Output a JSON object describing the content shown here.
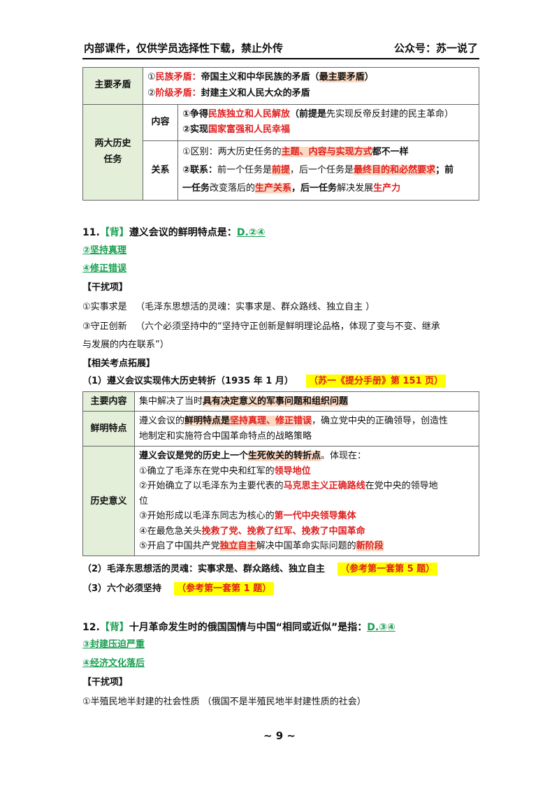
{
  "header": {
    "left": "内部课件，仅供学员选择性下载，禁止外传",
    "right": "公众号：苏一说了"
  },
  "table1": {
    "r1_head": "主要矛盾",
    "r1_l1_a": "①",
    "r1_l1_b": "民族矛盾：",
    "r1_l1_c": "帝国主义和中华民族的矛盾（",
    "r1_l1_d": "最主要矛盾",
    "r1_l1_e": "）",
    "r1_l2_a": "②",
    "r1_l2_b": "阶级矛盾：",
    "r1_l2_c": "封建主义和人民大众的矛盾",
    "r2_head": "两大历史任务",
    "r2_sub1": "内容",
    "r2_c1_a": "①争得",
    "r2_c1_b": "民族独立和人民解放",
    "r2_c1_c": "（前提是",
    "r2_c1_d": "先实现反帝反封建的民主革命）",
    "r2_c2_a": "②实现",
    "r2_c2_b": "国家富强和人民幸福",
    "r2_sub2": "关系",
    "r2_g1_a": "①区别：两大历史任务的",
    "r2_g1_b": "主题、内容与实现方式",
    "r2_g1_c": "都不一样",
    "r2_g2_a": "②联系：",
    "r2_g2_b": "前一个任务是",
    "r2_g2_c": "前提",
    "r2_g2_d": "，后一个任务是",
    "r2_g2_e": "最终目的和必然要求",
    "r2_g2_f": "；前",
    "r2_g3_a": "一任务",
    "r2_g3_b": "改变落后的",
    "r2_g3_c": "生产关系",
    "r2_g3_d": "，后一任务",
    "r2_g3_e": "解决发展",
    "r2_g3_f": "生产力"
  },
  "q11": {
    "num": "11.",
    "tag": "【背】",
    "text": "遵义会议的鲜明特点是：",
    "answer": "D.②④",
    "opt1": "②坚持真理",
    "opt2": "④修正错误",
    "distract_head": "【干扰项】",
    "d1_a": "①实事求是",
    "d1_b": "（毛泽东思想活的灵魂：实事求是、群众路线、独立自主 ）",
    "d2_a": "③守正创新",
    "d2_b": "（六个必须坚持中的“坚持守正创新是鲜明理论品格，体现了变与不变、继承",
    "d2_c": "与发展的内在联系”）",
    "ext_head": "【相关考点拓展】",
    "ext1": "（1）遵义会议实现伟大历史转折（1935 年 1 月）",
    "ext1_ref": "（苏一《提分手册》第 151 页）"
  },
  "table2": {
    "a_head": "主要内容",
    "a_1": "集中解决了当时",
    "a_2": "具有决定意义的军事问题和组织问题",
    "b_head": "鲜明特点",
    "b_1": "遵义会议的",
    "b_2": "鲜明特点是",
    "b_3": "坚持真理、修正错误",
    "b_4": "，确立党中央的正确领导，创造性",
    "b_5": "地制定和实施符合中国革命特点的战略策略",
    "c_head": "历史意义",
    "c_0a": "遵义会议是党的历史上一个",
    "c_0b": "生死攸关的转折点",
    "c_0c": "。体现在：",
    "c_1a": "①确立了毛泽东在党中央和红军的",
    "c_1b": "领导地位",
    "c_2a": "②开始确立了以毛泽东为主要代表的",
    "c_2b": "马克思主义正确路线",
    "c_2c": "在党中央的领导地",
    "c_2d": "位",
    "c_3a": "③开始形成以毛泽东同志为核心的",
    "c_3b": "第一代中央领导集体",
    "c_4a": "④在最危急关头",
    "c_4b": "挽救了党、挽救了红军、挽救了中国革命",
    "c_5a": "⑤开启了中国共产党",
    "c_5b": "独立自主",
    "c_5c": "解决中国革命实际问题的",
    "c_5d": "新阶段"
  },
  "ext2": {
    "text": "（2）毛泽东思想活的灵魂：实事求是、群众路线、独立自主",
    "ref": "（参考第一套第 5 题）"
  },
  "ext3": {
    "text": "（3）六个必须坚持",
    "ref": "（参考第一套第 1 题）"
  },
  "q12": {
    "num": "12.",
    "tag": "【背】",
    "text": "十月革命发生时的俄国国情与中国“相同或近似”是指：",
    "answer": "D.③④",
    "opt1": "③封建压迫严重",
    "opt2": "④经济文化落后",
    "distract_head": "【干扰项】",
    "d1": "①半殖民地半封建的社会性质 （俄国不是半殖民地半封建性质的社会）"
  },
  "footer": {
    "page": "~ 9 ~"
  }
}
